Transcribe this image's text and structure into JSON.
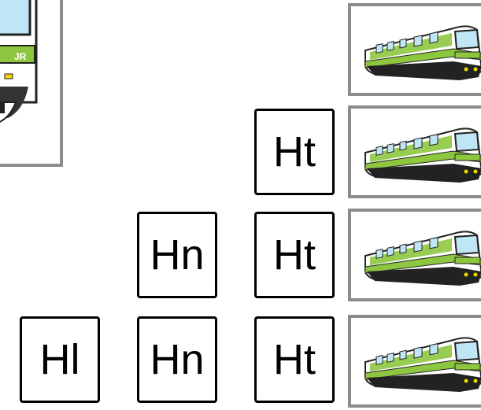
{
  "colors": {
    "train_green": "#8dc63f",
    "train_body": "#ffffff",
    "train_window": "#bfe6f5",
    "card_border": "#8c8c8c",
    "tile_border": "#000000"
  },
  "trains": [
    {
      "icon": "train-icon",
      "label": "JR"
    },
    {
      "icon": "train-icon"
    },
    {
      "icon": "train-icon"
    },
    {
      "icon": "train-icon"
    },
    {
      "icon": "train-icon"
    }
  ],
  "rows": [
    {
      "tiles": []
    },
    {
      "tiles": [
        "Ht"
      ]
    },
    {
      "tiles": [
        "Hn",
        "Ht"
      ]
    },
    {
      "tiles": [
        "Hl",
        "Hn",
        "Ht"
      ]
    }
  ]
}
